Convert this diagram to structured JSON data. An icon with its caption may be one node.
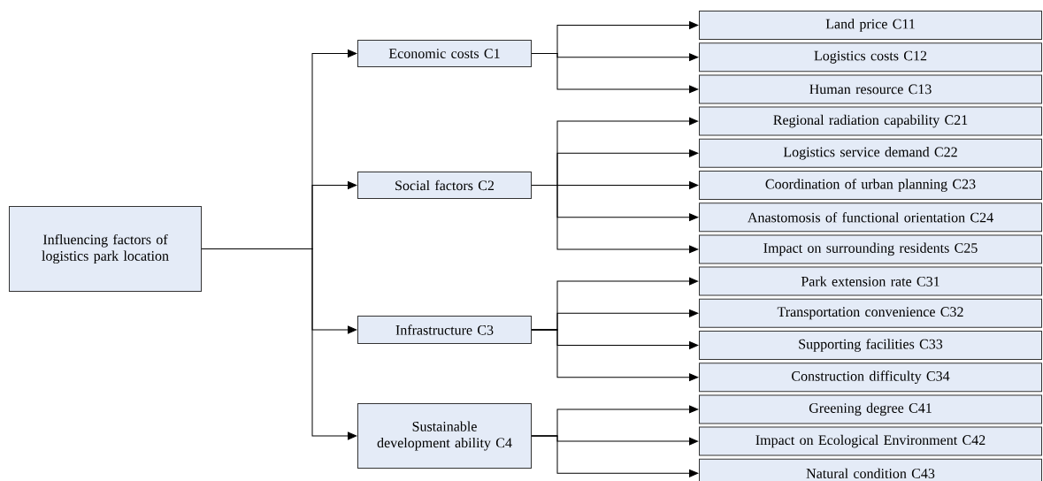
{
  "diagram": {
    "nodes": [
      {
        "text": [
          "Influencing factors of logistics park location"
        ]
      },
      {
        "text": [
          "Economic costs C1"
        ]
      },
      {
        "text": [
          "Land price C11"
        ]
      },
      {
        "text": [
          "Logistics costs C12"
        ]
      },
      {
        "text": [
          "Human resource C13"
        ]
      },
      {
        "text": [
          "Social factors C2"
        ]
      },
      {
        "text": [
          "Regional radiation capability C21"
        ]
      },
      {
        "text": [
          "Logistics service demand C22"
        ]
      },
      {
        "text": [
          "Coordination of urban planning C23"
        ]
      },
      {
        "text": [
          "Anastomosis of functional orientation C24"
        ]
      },
      {
        "text": [
          "Impact on surrounding residents C25"
        ]
      },
      {
        "text": [
          "Infrastructure C3"
        ]
      },
      {
        "text": [
          "Park extension rate C31"
        ]
      },
      {
        "text": [
          "Transportation convenience C32"
        ]
      },
      {
        "text": [
          "Supporting facilities C33"
        ]
      },
      {
        "text": [
          "Construction difficulty C34"
        ]
      },
      {
        "text": [
          "Sustainable development ability C4"
        ]
      },
      {
        "text": [
          "Greening degree C41"
        ]
      },
      {
        "text": [
          "Impact on Ecological Environment C42"
        ]
      },
      {
        "text": [
          "Natural condition C43"
        ]
      }
    ],
    "edges": [
      {
        "from": 0,
        "to": 1,
        "arrow": "to"
      },
      {
        "from": 0,
        "to": 5,
        "arrow": "to"
      },
      {
        "from": 0,
        "to": 11,
        "arrow": "to"
      },
      {
        "from": 0,
        "to": 16,
        "arrow": "to"
      },
      {
        "from": 1,
        "to": 2,
        "arrow": "to"
      },
      {
        "from": 1,
        "to": 3,
        "arrow": "to"
      },
      {
        "from": 1,
        "to": 4,
        "arrow": "to"
      },
      {
        "from": 5,
        "to": 6,
        "arrow": "to"
      },
      {
        "from": 5,
        "to": 7,
        "arrow": "to"
      },
      {
        "from": 5,
        "to": 8,
        "arrow": "to"
      },
      {
        "from": 5,
        "to": 9,
        "arrow": "to"
      },
      {
        "from": 5,
        "to": 10,
        "arrow": "to"
      },
      {
        "from": 11,
        "to": 12,
        "arrow": "to"
      },
      {
        "from": 11,
        "to": 13,
        "arrow": "to"
      },
      {
        "from": 11,
        "to": 14,
        "arrow": "to"
      },
      {
        "from": 11,
        "to": 15,
        "arrow": "to"
      },
      {
        "from": 16,
        "to": 17,
        "arrow": "to"
      },
      {
        "from": 16,
        "to": 18,
        "arrow": "to"
      },
      {
        "from": 16,
        "to": 19,
        "arrow": "to"
      }
    ]
  }
}
